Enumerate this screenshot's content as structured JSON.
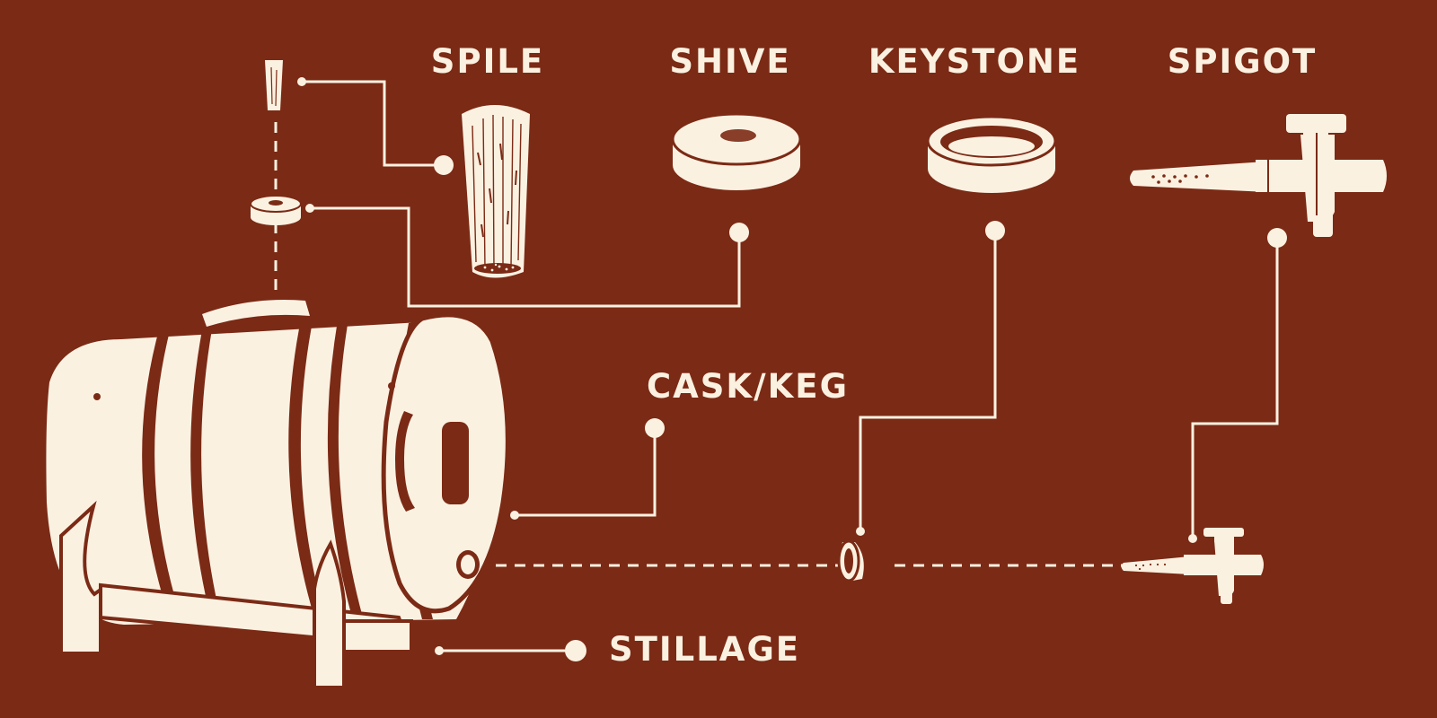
{
  "colors": {
    "background": "#7b2a15",
    "ink": "#fbf1e1"
  },
  "labels": {
    "spile": "SPILE",
    "shive": "SHIVE",
    "keystone": "KEYSTONE",
    "spigot": "SPIGOT",
    "cask": "CASK/KEG",
    "stillage": "STILLAGE"
  }
}
